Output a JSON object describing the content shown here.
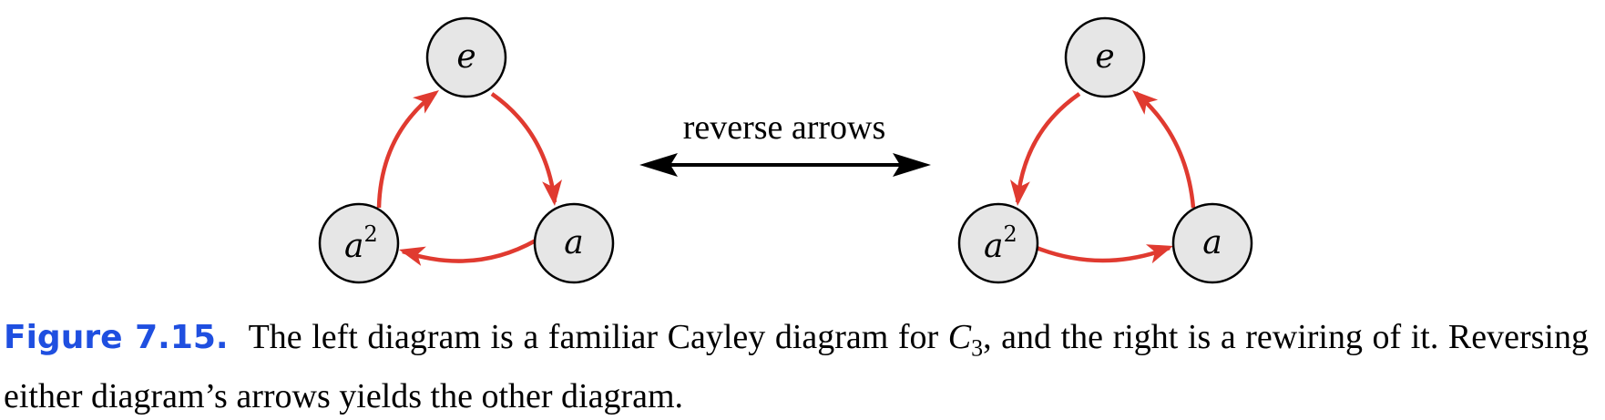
{
  "left_diagram": {
    "nodes": {
      "top": {
        "base": "e",
        "sup": ""
      },
      "right": {
        "base": "a",
        "sup": ""
      },
      "left": {
        "base": "a",
        "sup": "2"
      }
    }
  },
  "right_diagram": {
    "nodes": {
      "top": {
        "base": "e",
        "sup": ""
      },
      "right": {
        "base": "a",
        "sup": ""
      },
      "left": {
        "base": "a",
        "sup": "2"
      }
    }
  },
  "middle": {
    "label": "reverse arrows"
  },
  "caption": {
    "number": "Figure 7.15.",
    "text_before": "The left diagram is a familiar Cayley diagram for ",
    "group_symbol": "C",
    "group_subscript": "3",
    "text_after": ", and the right is a rewiring of it. Reversing either diagram’s arrows yields the other diagram."
  },
  "colors": {
    "arrow": "#e03a30",
    "node_fill": "#e6e6e6",
    "figure_number": "#1f4fe0"
  }
}
